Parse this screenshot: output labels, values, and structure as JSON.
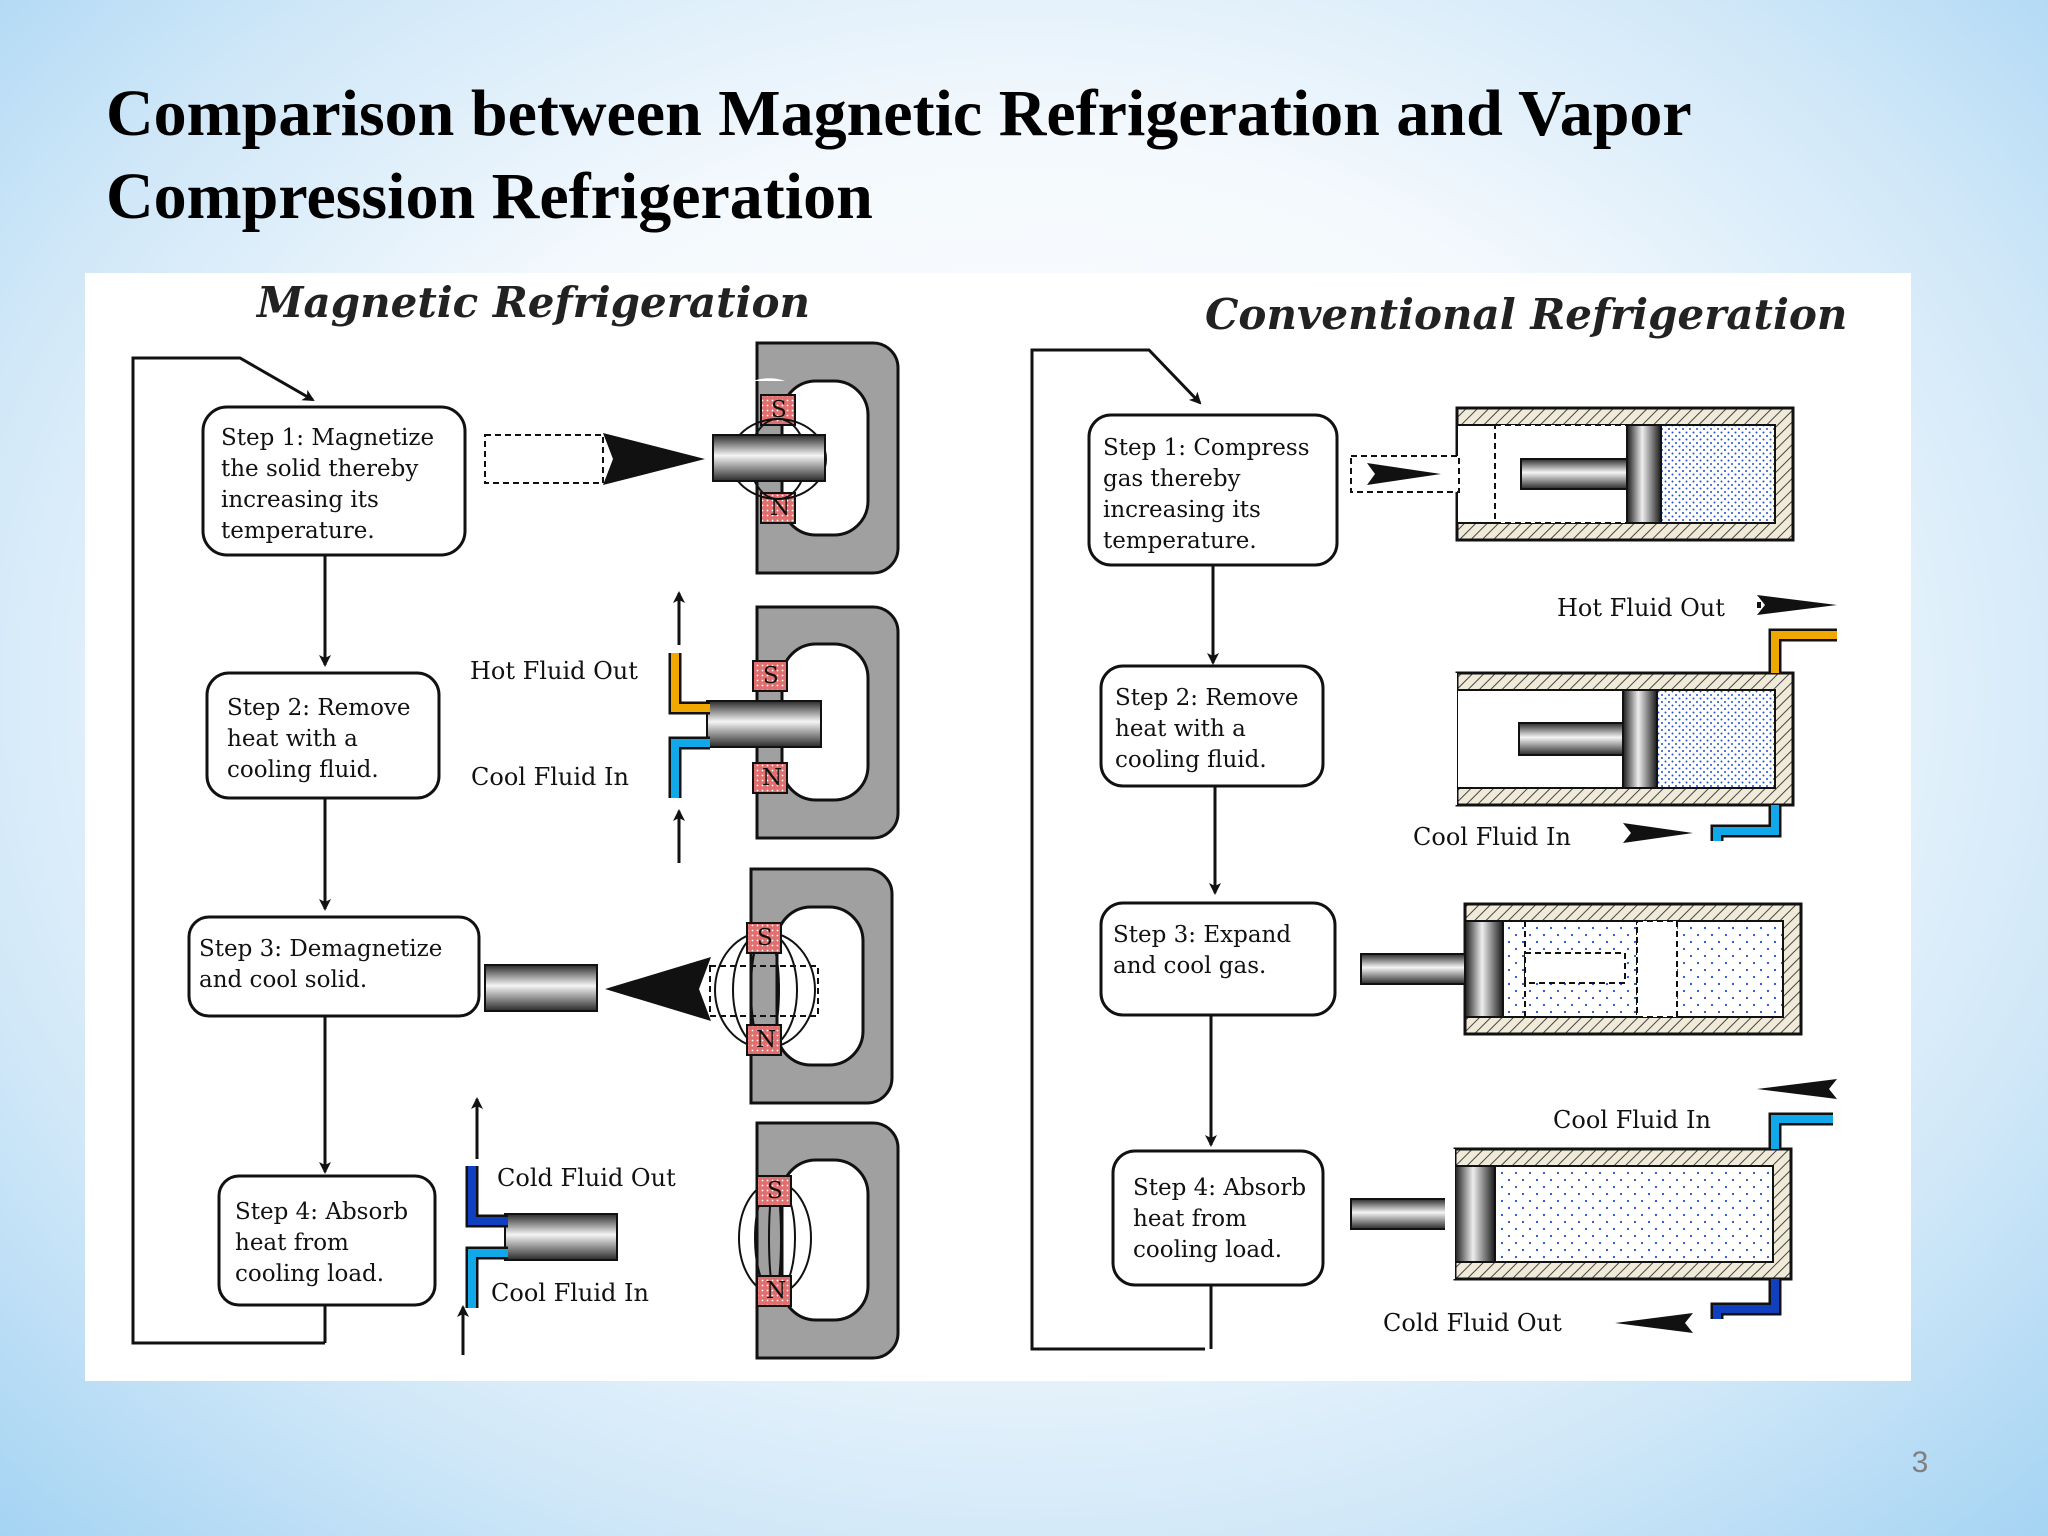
{
  "slide": {
    "title_line1": "Comparison  between Magnetic Refrigeration and Vapor",
    "title_line2": "Compression Refrigeration",
    "page_number": "3"
  },
  "magnetic": {
    "heading": "Magnetic Refrigeration",
    "magnet_north": "S",
    "magnet_south": "N",
    "step1": [
      "Step 1: Magnetize",
      "the solid thereby",
      "increasing its",
      "temperature."
    ],
    "step2": [
      "Step 2: Remove",
      "heat with a",
      "cooling fluid."
    ],
    "step3": [
      "Step 3: Demagnetize",
      "and cool solid."
    ],
    "step4": [
      "Step 4: Absorb",
      "heat from",
      "cooling load."
    ],
    "hot_fluid_out": "Hot Fluid Out",
    "cool_fluid_in_2": "Cool Fluid In",
    "cold_fluid_out": "Cold Fluid Out",
    "cool_fluid_in_4": "Cool Fluid In"
  },
  "conventional": {
    "heading": "Conventional Refrigeration",
    "step1": [
      "Step 1: Compress",
      "gas thereby",
      "increasing its",
      "temperature."
    ],
    "step2": [
      "Step 2: Remove",
      "heat with a",
      "cooling fluid."
    ],
    "step3": [
      "Step 3: Expand",
      "and cool gas."
    ],
    "step4": [
      "Step 4: Absorb",
      "heat from",
      "cooling load."
    ],
    "hot_fluid_out": "Hot Fluid Out",
    "cool_fluid_in_2": "Cool Fluid In",
    "cool_fluid_in_4": "Cool Fluid In",
    "cold_fluid_out": "Cold Fluid Out"
  },
  "colors": {
    "hot_pipe": "#f0a800",
    "cool_pipe": "#10a8e8",
    "cold_pipe": "#1040c0",
    "magnet_body": "#a0a0a0",
    "pole_fill": "#e07070",
    "fluid_dots": "#2050d0"
  }
}
